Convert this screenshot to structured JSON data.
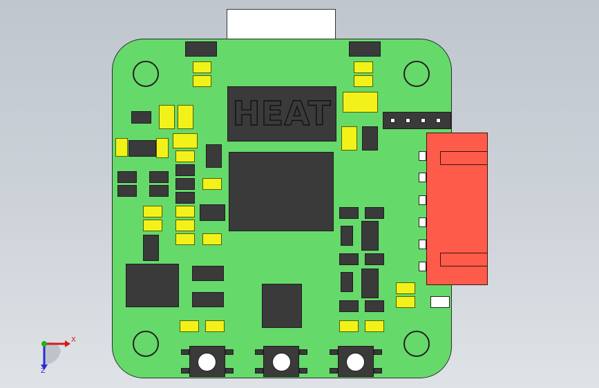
{
  "silkscreen": {
    "heat_label": "HEAT"
  },
  "triad": {
    "x_label": "X",
    "z_label": "Z"
  },
  "colors": {
    "pcb": "#66d96b",
    "connector": "#ff5b4a",
    "component": "#3a3a3a",
    "capacitor": "#f2f21a"
  }
}
